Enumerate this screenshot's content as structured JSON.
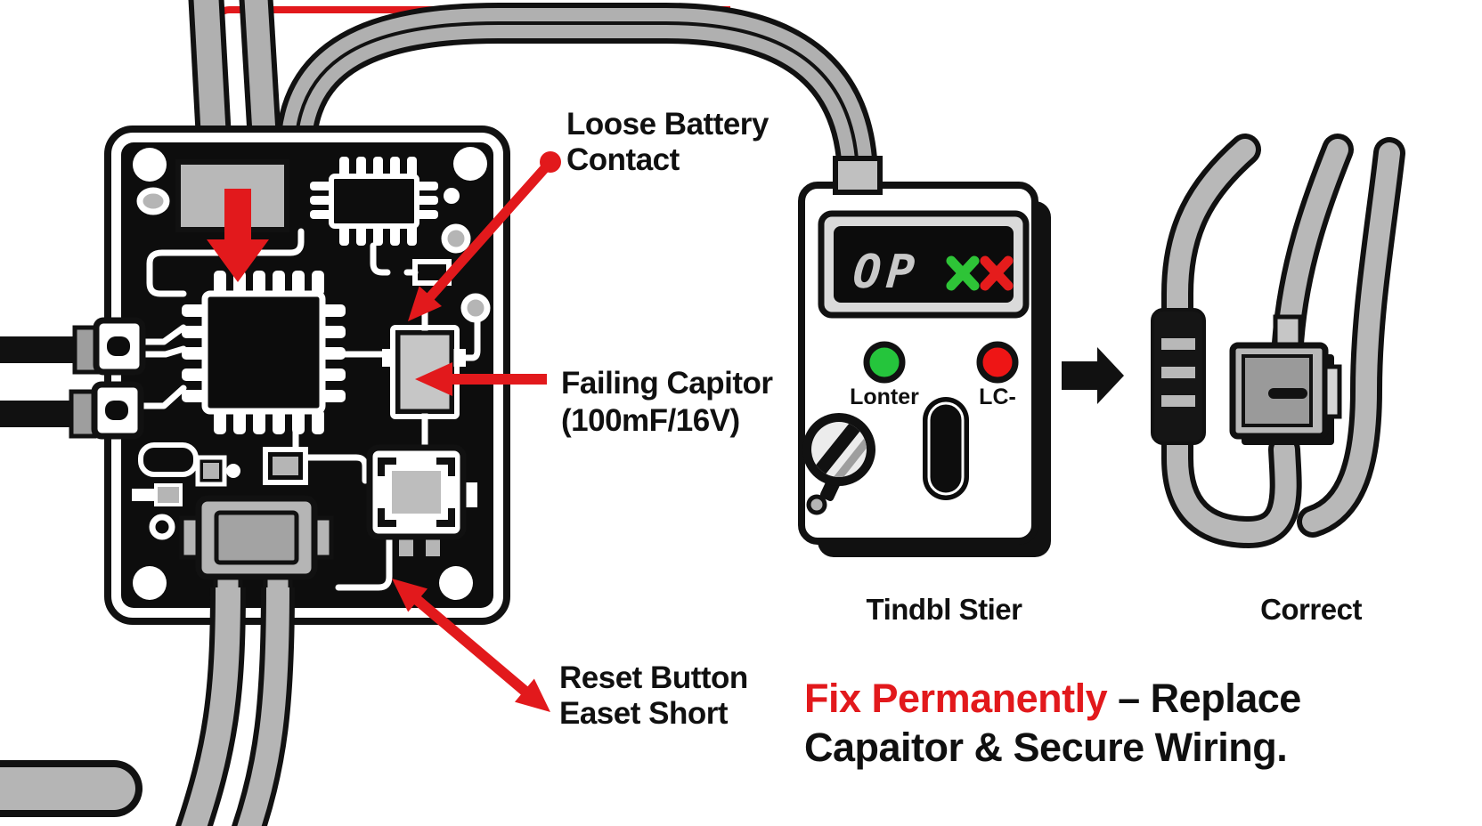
{
  "pcb": {
    "annotations": {
      "loose_battery": {
        "line1": "Loose Battery",
        "line2": "Contact"
      },
      "failing_capacitor": {
        "line1": "Failing Capitor",
        "line2": "(100mF/16V)"
      },
      "reset_short": {
        "line1": "Reset Button",
        "line2": "Easet Short"
      }
    }
  },
  "tester": {
    "display_value": "OP",
    "green_led_label": "Lonter",
    "red_led_label": "LC-",
    "caption": "Tindbl Stier"
  },
  "correct_wiring": {
    "caption": "Correct"
  },
  "headline": {
    "highlight": "Fix Permanently",
    "rest": "– Replace Capaitor & Secure Wiring."
  },
  "colors": {
    "accent_red": "#e2191c",
    "led_green": "#25c53c",
    "led_red": "#ee1515",
    "board_black": "#0d0d0d",
    "cable_gray": "#b5b5b5"
  }
}
